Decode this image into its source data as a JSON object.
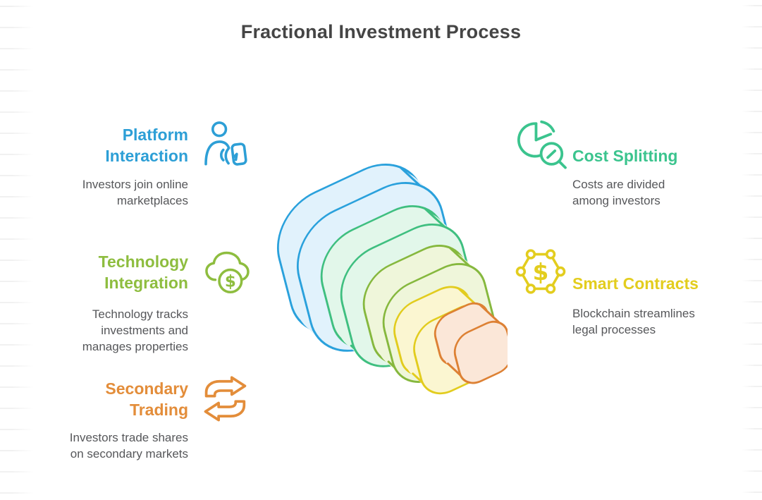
{
  "title": "Fractional Investment Process",
  "title_color": "#454545",
  "body_text_color": "#56575a",
  "background_color": "#ffffff",
  "ruled_line_color": "#f1f1f1",
  "items": [
    {
      "name": "platform-interaction",
      "title": "Platform\nInteraction",
      "description": "Investors join online marketplaces",
      "color": "#2d9fd6",
      "icon": "person-phone-icon",
      "side": "left"
    },
    {
      "name": "technology-integration",
      "title": "Technology\nIntegration",
      "description": "Technology tracks investments and manages properties",
      "color": "#8ebd3f",
      "icon": "cloud-dollar-icon",
      "side": "left"
    },
    {
      "name": "secondary-trading",
      "title": "Secondary\nTrading",
      "description": "Investors trade shares on secondary markets",
      "color": "#e38d3a",
      "icon": "swap-arrows-icon",
      "side": "left"
    },
    {
      "name": "cost-splitting",
      "title": "Cost Splitting",
      "description": "Costs are divided among investors",
      "color": "#3bc48e",
      "icon": "pie-magnifier-icon",
      "side": "right"
    },
    {
      "name": "smart-contracts",
      "title": "Smart Contracts",
      "description": "Blockchain streamlines legal processes",
      "color": "#e3cd1e",
      "icon": "hexagon-dollar-icon",
      "side": "right"
    }
  ],
  "pyramid": {
    "type": "isometric-stack",
    "layers": [
      {
        "label": "layer-1-largest",
        "stroke": "#2aa1dc",
        "fill": "#e1f2fc"
      },
      {
        "label": "layer-2",
        "stroke": "#3fbf80",
        "fill": "#e2f7ea"
      },
      {
        "label": "layer-3",
        "stroke": "#86b83e",
        "fill": "#eff6da"
      },
      {
        "label": "layer-4",
        "stroke": "#e2cc1e",
        "fill": "#fbf6d1"
      },
      {
        "label": "layer-5-smallest",
        "stroke": "#dd8134",
        "fill": "#fbe7d8"
      }
    ]
  }
}
